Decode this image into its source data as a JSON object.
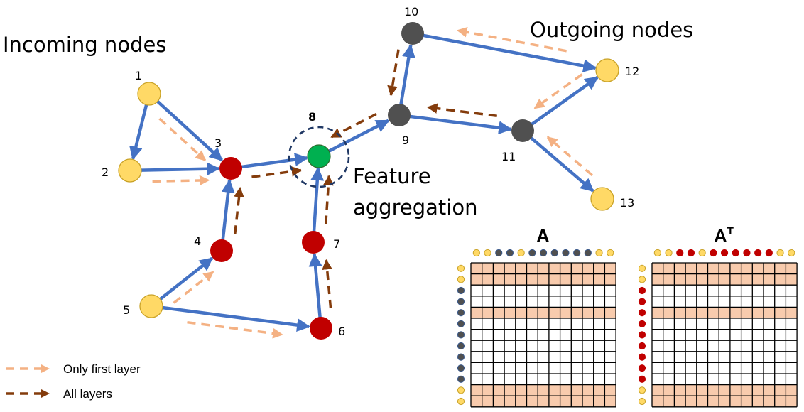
{
  "labels": {
    "incoming": "Incoming nodes",
    "outgoing": "Outgoing nodes",
    "feature_line1": "Feature",
    "feature_line2": "aggregation"
  },
  "colors": {
    "edge": "#4472C4",
    "first_layer_arrow": "#F4B183",
    "all_layers_arrow": "#843C0C",
    "incoming_outgoing_node": "#FFD966",
    "incoming_outgoing_node_stroke": "#C9A227",
    "red_node": "#C00000",
    "dark_node": "#505050",
    "target_node": "#00B050",
    "highlight_row": "#F8CBAD",
    "focus_circle": "#203864"
  },
  "nodes": [
    {
      "id": "1",
      "type": "yellow"
    },
    {
      "id": "2",
      "type": "yellow"
    },
    {
      "id": "3",
      "type": "red"
    },
    {
      "id": "4",
      "type": "red"
    },
    {
      "id": "5",
      "type": "yellow"
    },
    {
      "id": "6",
      "type": "red"
    },
    {
      "id": "7",
      "type": "red"
    },
    {
      "id": "8",
      "type": "green"
    },
    {
      "id": "9",
      "type": "dark"
    },
    {
      "id": "10",
      "type": "dark"
    },
    {
      "id": "11",
      "type": "dark"
    },
    {
      "id": "12",
      "type": "yellow"
    },
    {
      "id": "13",
      "type": "yellow"
    }
  ],
  "edges": [
    [
      "1",
      "2"
    ],
    [
      "1",
      "3"
    ],
    [
      "2",
      "3"
    ],
    [
      "5",
      "4"
    ],
    [
      "4",
      "3"
    ],
    [
      "5",
      "6"
    ],
    [
      "6",
      "7"
    ],
    [
      "7",
      "8"
    ],
    [
      "3",
      "8"
    ],
    [
      "8",
      "9"
    ],
    [
      "9",
      "10"
    ],
    [
      "9",
      "11"
    ],
    [
      "10",
      "12"
    ],
    [
      "11",
      "12"
    ],
    [
      "11",
      "13"
    ]
  ],
  "messages": [
    {
      "from": "1",
      "to": "3",
      "kind": "first"
    },
    {
      "from": "2",
      "to": "3",
      "kind": "first"
    },
    {
      "from": "5",
      "to": "4",
      "kind": "first"
    },
    {
      "from": "5",
      "to": "6",
      "kind": "first"
    },
    {
      "from": "12",
      "to": "10",
      "kind": "first"
    },
    {
      "from": "12",
      "to": "11",
      "kind": "first"
    },
    {
      "from": "13",
      "to": "11",
      "kind": "first"
    },
    {
      "from": "4",
      "to": "3",
      "kind": "all"
    },
    {
      "from": "6",
      "to": "7",
      "kind": "all"
    },
    {
      "from": "7",
      "to": "8",
      "kind": "all"
    },
    {
      "from": "3",
      "to": "8",
      "kind": "all"
    },
    {
      "from": "9",
      "to": "8",
      "kind": "all"
    },
    {
      "from": "10",
      "to": "9",
      "kind": "all"
    },
    {
      "from": "11",
      "to": "9",
      "kind": "all"
    }
  ],
  "legend": [
    {
      "label": "Only first layer",
      "kind": "first"
    },
    {
      "label": "All layers",
      "kind": "all"
    }
  ],
  "matrices": [
    {
      "title": "A",
      "superscript": "",
      "column_dots": [
        "yellow",
        "yellow",
        "dark",
        "dark",
        "yellow",
        "dark",
        "dark",
        "dark",
        "dark",
        "dark",
        "dark",
        "yellow",
        "yellow"
      ],
      "row_dots": [
        "yellow",
        "yellow",
        "dark",
        "dark",
        "dark",
        "dark",
        "dark",
        "dark",
        "dark",
        "dark",
        "dark",
        "yellow",
        "yellow"
      ],
      "highlighted_rows": [
        0,
        1,
        4,
        11,
        12
      ]
    },
    {
      "title": "A",
      "superscript": "T",
      "column_dots": [
        "yellow",
        "yellow",
        "red",
        "red",
        "yellow",
        "red",
        "red",
        "red",
        "red",
        "red",
        "red",
        "yellow",
        "yellow"
      ],
      "row_dots": [
        "yellow",
        "yellow",
        "red",
        "red",
        "red",
        "red",
        "red",
        "red",
        "red",
        "red",
        "red",
        "yellow",
        "yellow"
      ],
      "highlighted_rows": [
        0,
        1,
        4,
        11,
        12
      ]
    }
  ]
}
